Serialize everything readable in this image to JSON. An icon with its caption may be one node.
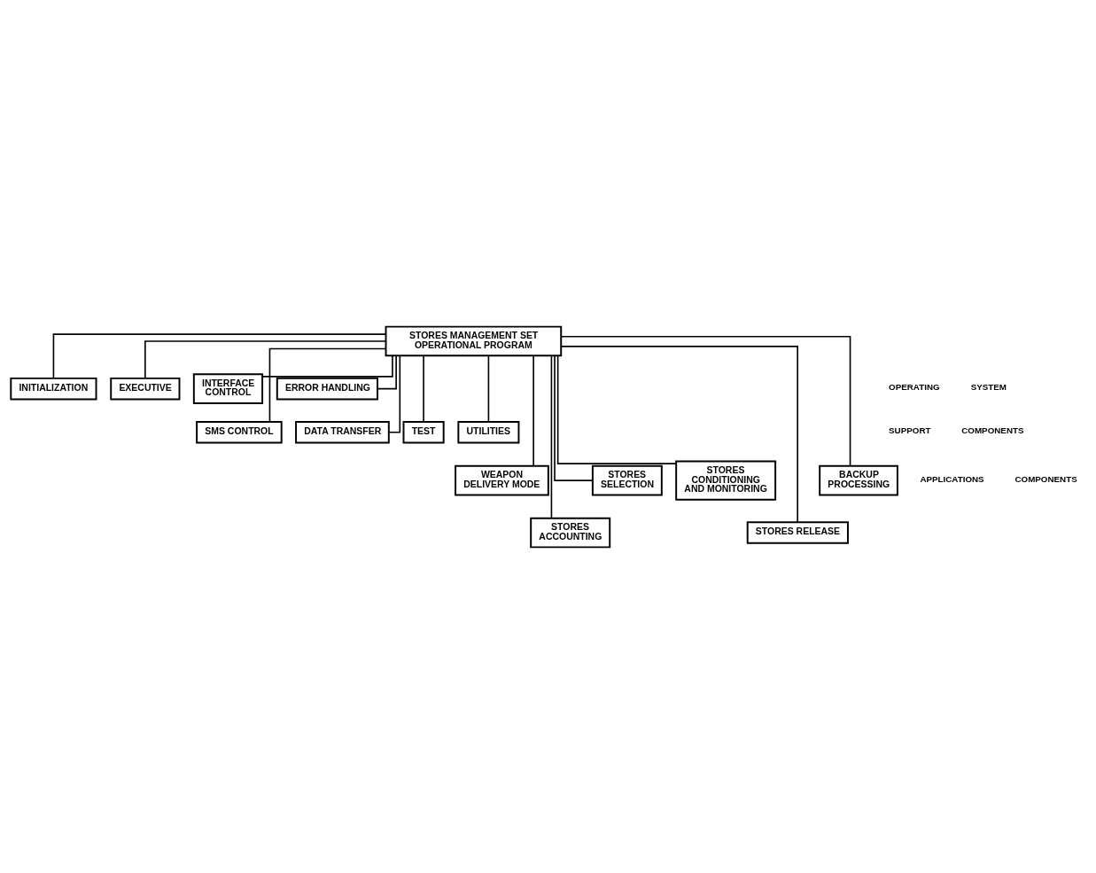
{
  "diagram": {
    "nodes": [
      {
        "text": [
          "STORES MANAGEMENT SET OPERATIONAL PROGRAM"
        ]
      },
      {
        "text": [
          "INITIALIZATION"
        ]
      },
      {
        "text": [
          "EXECUTIVE"
        ]
      },
      {
        "text": [
          "INTERFACE CONTROL"
        ]
      },
      {
        "text": [
          "ERROR HANDLING"
        ]
      },
      {
        "text": [
          "SMS CONTROL"
        ]
      },
      {
        "text": [
          "DATA TRANSFER"
        ]
      },
      {
        "text": [
          "TEST"
        ]
      },
      {
        "text": [
          "UTILITIES"
        ]
      },
      {
        "text": [
          "WEAPON DELIVERY MODE"
        ]
      },
      {
        "text": [
          "STORES SELECTION"
        ]
      },
      {
        "text": [
          "STORES CONDITIONING AND MONITORING"
        ]
      },
      {
        "text": [
          "BACKUP PROCESSING"
        ]
      },
      {
        "text": [
          "STORES ACCOUNTING"
        ]
      },
      {
        "text": [
          "STORES RELEASE"
        ]
      }
    ],
    "edges": [
      {
        "from": 0,
        "to": 1,
        "arrow": "none"
      },
      {
        "from": 0,
        "to": 2,
        "arrow": "none"
      },
      {
        "from": 0,
        "to": 3,
        "arrow": "none"
      },
      {
        "from": 0,
        "to": 4,
        "arrow": "none"
      },
      {
        "from": 0,
        "to": 5,
        "arrow": "none"
      },
      {
        "from": 0,
        "to": 6,
        "arrow": "none"
      },
      {
        "from": 0,
        "to": 7,
        "arrow": "none"
      },
      {
        "from": 0,
        "to": 8,
        "arrow": "none"
      },
      {
        "from": 0,
        "to": 9,
        "arrow": "none"
      },
      {
        "from": 0,
        "to": 13,
        "arrow": "none"
      },
      {
        "from": 0,
        "to": 10,
        "arrow": "none"
      },
      {
        "from": 0,
        "to": 11,
        "arrow": "none"
      },
      {
        "from": 0,
        "to": 14,
        "arrow": "none"
      },
      {
        "from": 0,
        "to": 12,
        "arrow": "none"
      }
    ],
    "labels": [
      "OPERATING",
      "SYSTEM",
      "SUPPORT",
      "COMPONENTS",
      "APPLICATIONS",
      "COMPONENTS"
    ]
  }
}
